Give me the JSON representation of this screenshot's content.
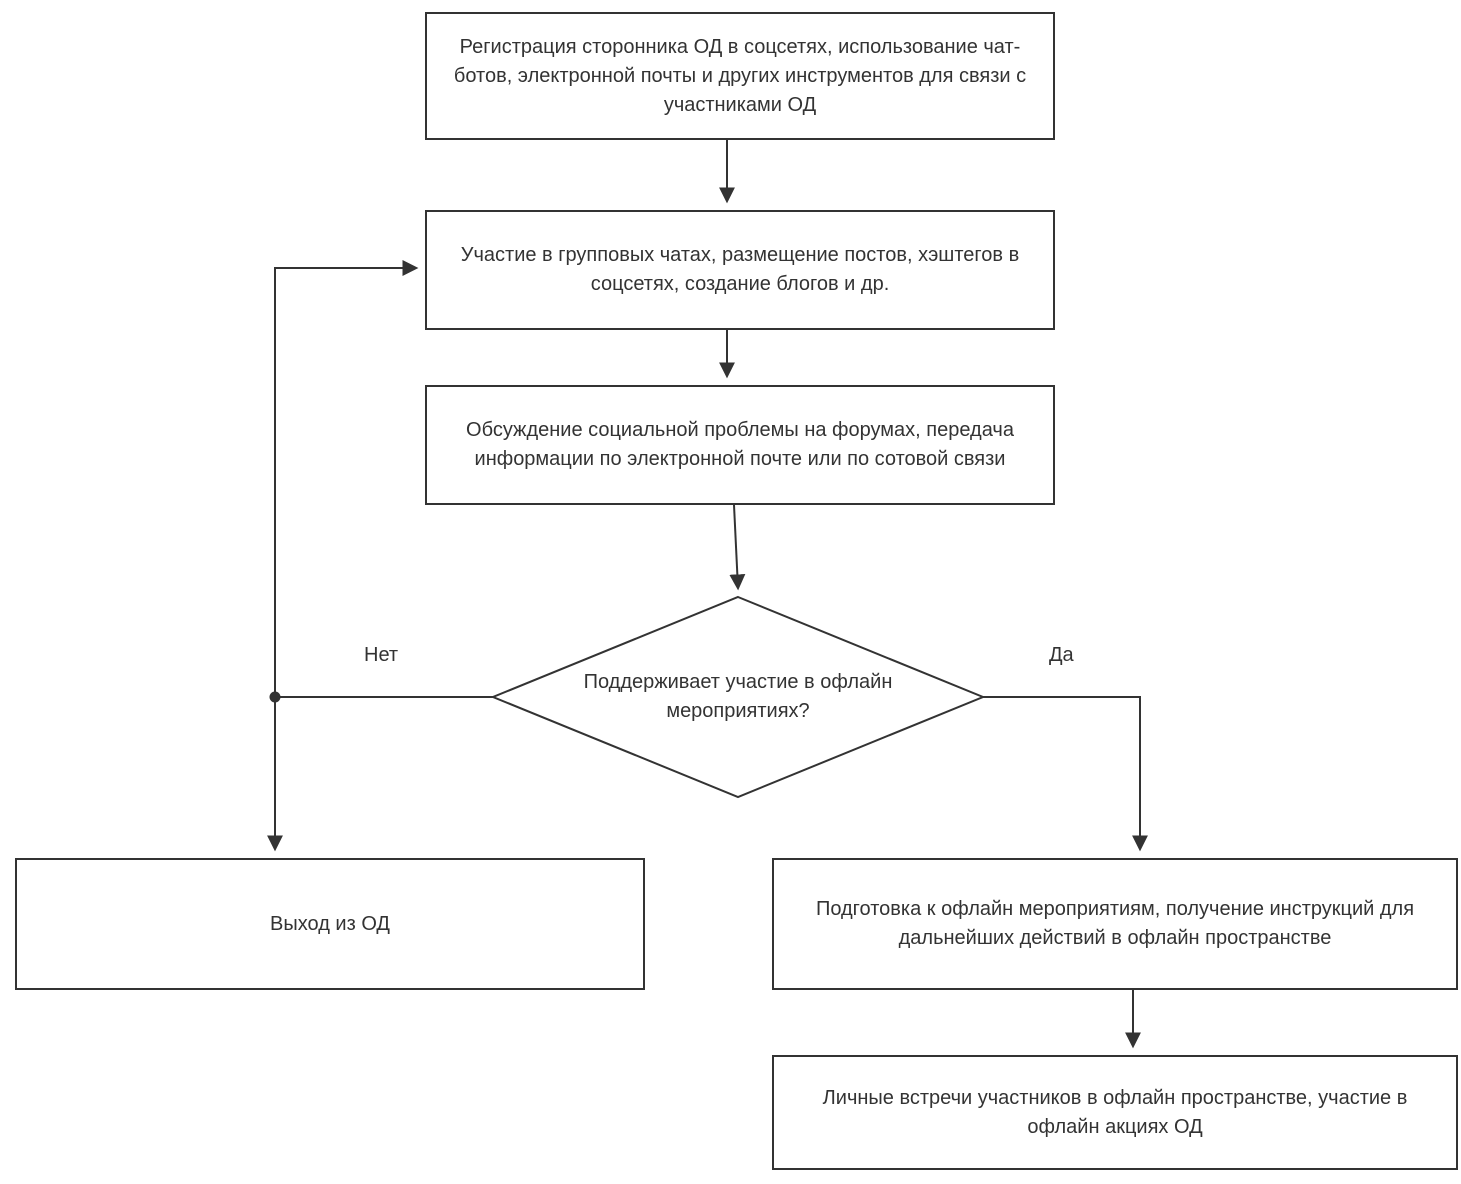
{
  "diagram": {
    "type": "flowchart",
    "language": "ru",
    "nodes": {
      "start": {
        "label": "Регистрация сторонника ОД в соцсетях, использование чат-ботов, электронной почты и других инструментов для связи с участниками ОД",
        "shape": "rectangle"
      },
      "chats": {
        "label": "Участие в групповых чатах, размещение постов, хэштегов в соцсетях, создание блогов и др.",
        "shape": "rectangle"
      },
      "discussion": {
        "label": "Обсуждение социальной проблемы на форумах, передача информации по электронной почте или по сотовой связи",
        "shape": "rectangle"
      },
      "decision": {
        "label": "Поддерживает участие в офлайн мероприятиях?",
        "shape": "diamond"
      },
      "exit": {
        "label": "Выход из ОД",
        "shape": "rectangle"
      },
      "prepare": {
        "label": "Подготовка к офлайн мероприятиям, получение инструкций для дальнейших действий в офлайн пространстве",
        "shape": "rectangle"
      },
      "meetings": {
        "label": "Личные встречи участников в офлайн пространстве, участие в офлайн акциях ОД",
        "shape": "rectangle"
      }
    },
    "edges": {
      "no_label": "Нет",
      "yes_label": "Да"
    },
    "colors": {
      "stroke": "#333333",
      "text": "#333333",
      "background": "#ffffff"
    }
  }
}
